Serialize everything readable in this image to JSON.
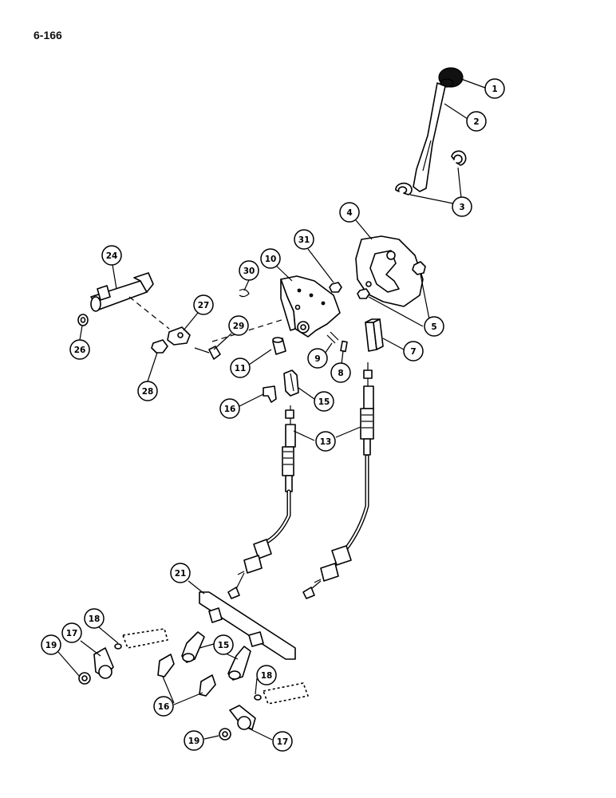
{
  "page_number": "6-166",
  "callouts": [
    {
      "id": "c1",
      "label": "1"
    },
    {
      "id": "c2",
      "label": "2"
    },
    {
      "id": "c3",
      "label": "3"
    },
    {
      "id": "c4",
      "label": "4"
    },
    {
      "id": "c5",
      "label": "5"
    },
    {
      "id": "c7",
      "label": "7"
    },
    {
      "id": "c8",
      "label": "8"
    },
    {
      "id": "c9",
      "label": "9"
    },
    {
      "id": "c10",
      "label": "10"
    },
    {
      "id": "c11",
      "label": "11"
    },
    {
      "id": "c13",
      "label": "13"
    },
    {
      "id": "c15a",
      "label": "15"
    },
    {
      "id": "c15b",
      "label": "15"
    },
    {
      "id": "c16a",
      "label": "16"
    },
    {
      "id": "c16b",
      "label": "16"
    },
    {
      "id": "c17a",
      "label": "17"
    },
    {
      "id": "c17b",
      "label": "17"
    },
    {
      "id": "c18a",
      "label": "18"
    },
    {
      "id": "c18b",
      "label": "18"
    },
    {
      "id": "c19a",
      "label": "19"
    },
    {
      "id": "c19b",
      "label": "19"
    },
    {
      "id": "c21",
      "label": "21"
    },
    {
      "id": "c24",
      "label": "24"
    },
    {
      "id": "c26",
      "label": "26"
    },
    {
      "id": "c27",
      "label": "27"
    },
    {
      "id": "c28",
      "label": "28"
    },
    {
      "id": "c29",
      "label": "29"
    },
    {
      "id": "c30",
      "label": "30"
    },
    {
      "id": "c31",
      "label": "31"
    }
  ]
}
